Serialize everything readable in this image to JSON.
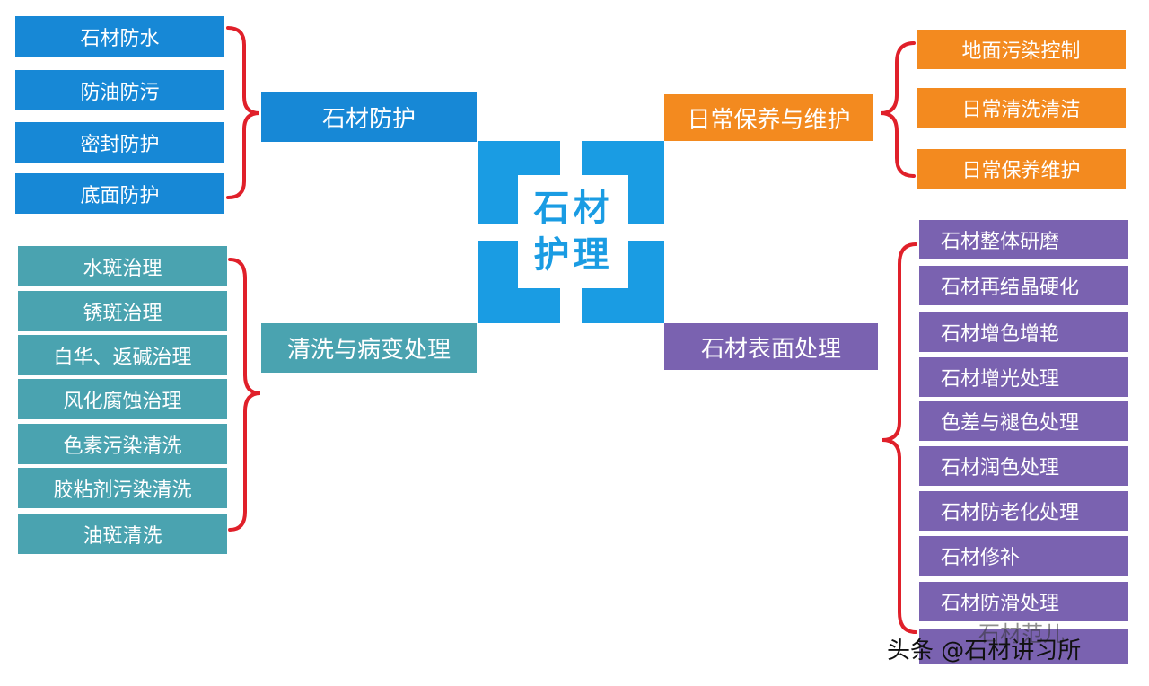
{
  "center": {
    "line1": "石材",
    "line2": "护理"
  },
  "branches": {
    "protection": {
      "title": "石材防护",
      "items": [
        "石材防水",
        "防油防污",
        "密封防护",
        "底面防护"
      ]
    },
    "cleaning": {
      "title": "清洗与病变处理",
      "items": [
        "水斑治理",
        "锈斑治理",
        "白华、返碱治理",
        "风化腐蚀治理",
        "色素污染清洗",
        "胶粘剂污染清洗",
        "油斑清洗"
      ]
    },
    "maintenance": {
      "title": "日常保养与维护",
      "items": [
        "地面污染控制",
        "日常清洗清洁",
        "日常保养维护"
      ]
    },
    "surface": {
      "title": "石材表面处理",
      "items": [
        "石材整体研磨",
        "石材再结晶硬化",
        "石材增色增艳",
        "石材增光处理",
        "色差与褪色处理",
        "石材润色处理",
        "石材防老化处理",
        "石材修补",
        "石材防滑处理"
      ]
    }
  },
  "colors": {
    "protection": "#1788d6",
    "cleaning": "#4aa3b0",
    "maintenance": "#f38a1f",
    "surface": "#7a62b0",
    "bracket": "#e0202a",
    "center": "#1a9ce3"
  },
  "watermark": {
    "text": "头条 @石材讲习所",
    "faint": "石材范儿"
  }
}
